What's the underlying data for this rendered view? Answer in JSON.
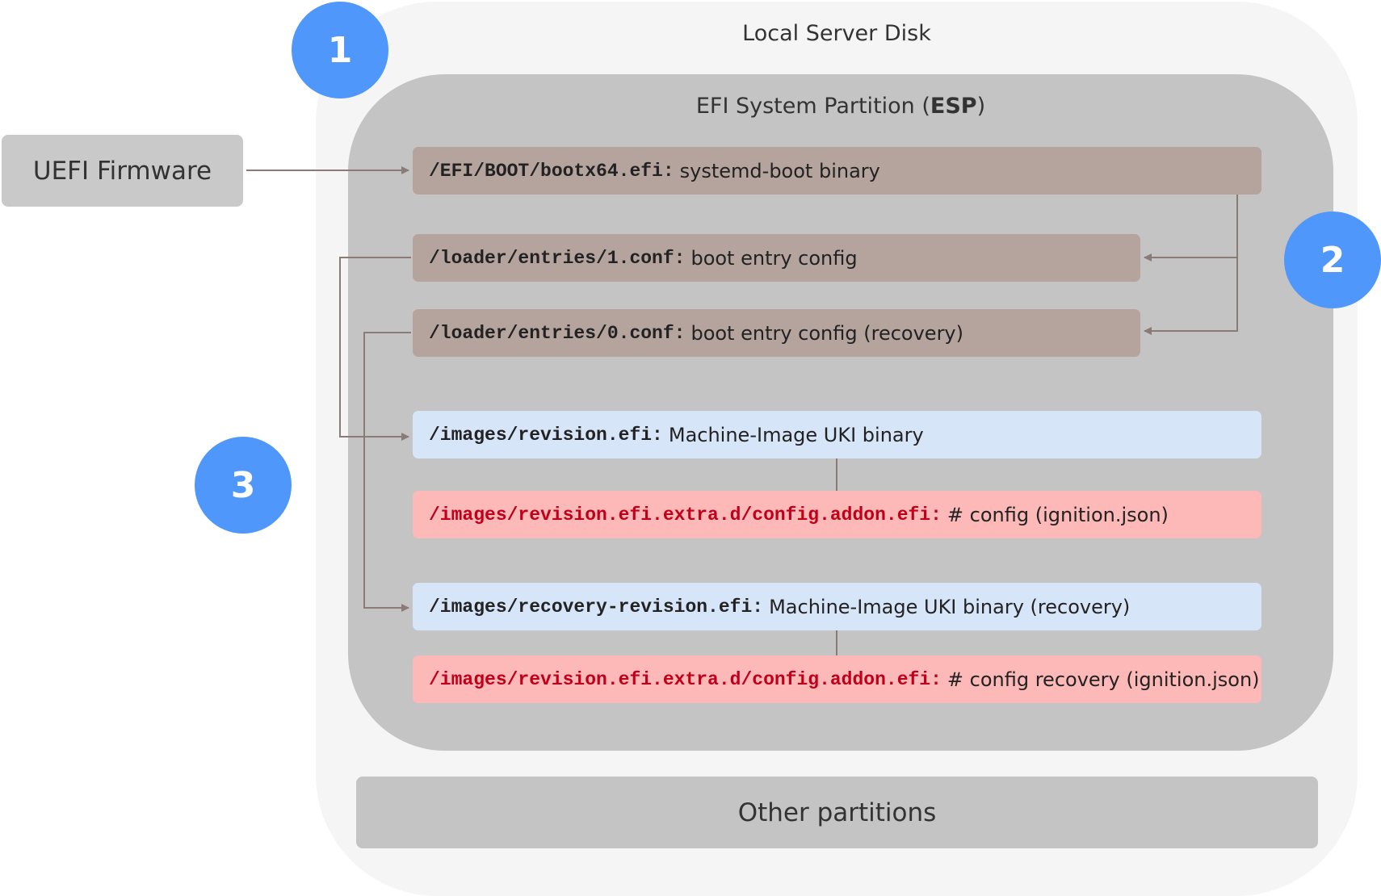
{
  "disk": {
    "title": "Local Server Disk"
  },
  "esp": {
    "title_prefix": "EFI System Partition (",
    "title_bold": "ESP",
    "title_suffix": ")"
  },
  "uefi": {
    "label": "UEFI Firmware"
  },
  "rows": [
    {
      "path": "/EFI/BOOT/bootx64.efi:",
      "desc": "systemd-boot binary"
    },
    {
      "path": "/loader/entries/1.conf:",
      "desc": "boot entry config"
    },
    {
      "path": "/loader/entries/0.conf:",
      "desc": "boot entry config (recovery)"
    },
    {
      "path": "/images/revision.efi:",
      "desc": "Machine-Image UKI binary"
    },
    {
      "path": "/images/revision.efi.extra.d/config.addon.efi:",
      "desc": "# config (ignition.json)"
    },
    {
      "path": "/images/recovery-revision.efi:",
      "desc": "Machine-Image UKI binary (recovery)"
    },
    {
      "path": "/images/revision.efi.extra.d/config.addon.efi:",
      "desc": "# config recovery (ignition.json)"
    }
  ],
  "other": {
    "label": "Other partitions"
  },
  "badges": [
    "1",
    "2",
    "3"
  ],
  "colors": {
    "loader_row": "#b5a39e",
    "uki_row": "#d7e5f8",
    "addon_row": "#fdb8b8",
    "badge": "#4f97fb",
    "arrow": "#8a7b76"
  }
}
